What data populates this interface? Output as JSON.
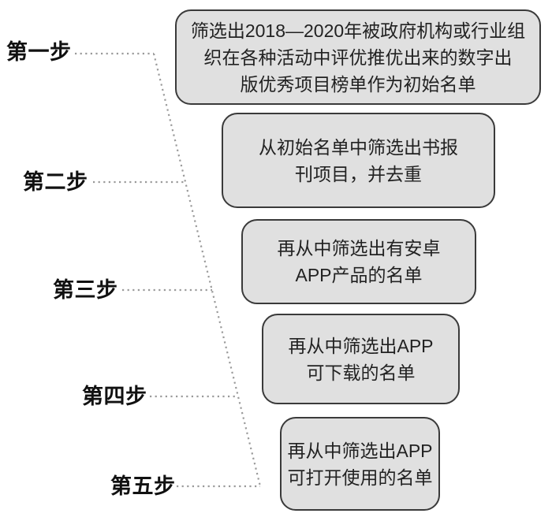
{
  "steps": [
    {
      "label": "第一步",
      "lines": [
        "筛选出2018—2020年被政府机构或行业组",
        "织在各种活动中评优推优出来的数字出",
        "版优秀项目榜单作为初始名单"
      ]
    },
    {
      "label": "第二步",
      "lines": [
        "从初始名单中筛选出书报",
        "刊项目，并去重"
      ]
    },
    {
      "label": "第三步",
      "lines": [
        "再从中筛选出有安卓",
        "APP产品的名单"
      ]
    },
    {
      "label": "第四步",
      "lines": [
        "再从中筛选出APP",
        "可下载的名单"
      ]
    },
    {
      "label": "第五步",
      "lines": [
        "再从中筛选出APP",
        "可打开使用的名单"
      ]
    }
  ],
  "colors": {
    "box_fill": "#e0e0e0",
    "box_border": "#3a3a3a",
    "connector": "#9a9a9a",
    "label_text": "#111111",
    "box_text": "#222222",
    "background": "#ffffff"
  }
}
